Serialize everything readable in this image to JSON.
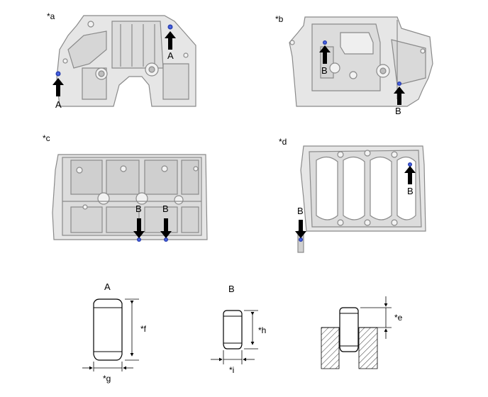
{
  "views": {
    "a": {
      "tag": "*a"
    },
    "b": {
      "tag": "*b"
    },
    "c": {
      "tag": "*c"
    },
    "d": {
      "tag": "*d"
    }
  },
  "callouts": {
    "a_left": "A",
    "a_right": "A",
    "b_left": "B",
    "b_right": "B",
    "c_left": "B",
    "c_right": "B",
    "d_top": "B",
    "d_bottom": "B"
  },
  "pins": {
    "a": {
      "title": "A",
      "height_tag": "*f",
      "width_tag": "*g"
    },
    "b": {
      "title": "B",
      "height_tag": "*h",
      "width_tag": "*i"
    },
    "installed": {
      "protrusion_tag": "*e"
    }
  },
  "colors": {
    "casting_fill": "#e6e6e6",
    "casting_stroke": "#8a8a8a",
    "pin_marker": "#2e4fd8",
    "arrow": "#000000"
  }
}
